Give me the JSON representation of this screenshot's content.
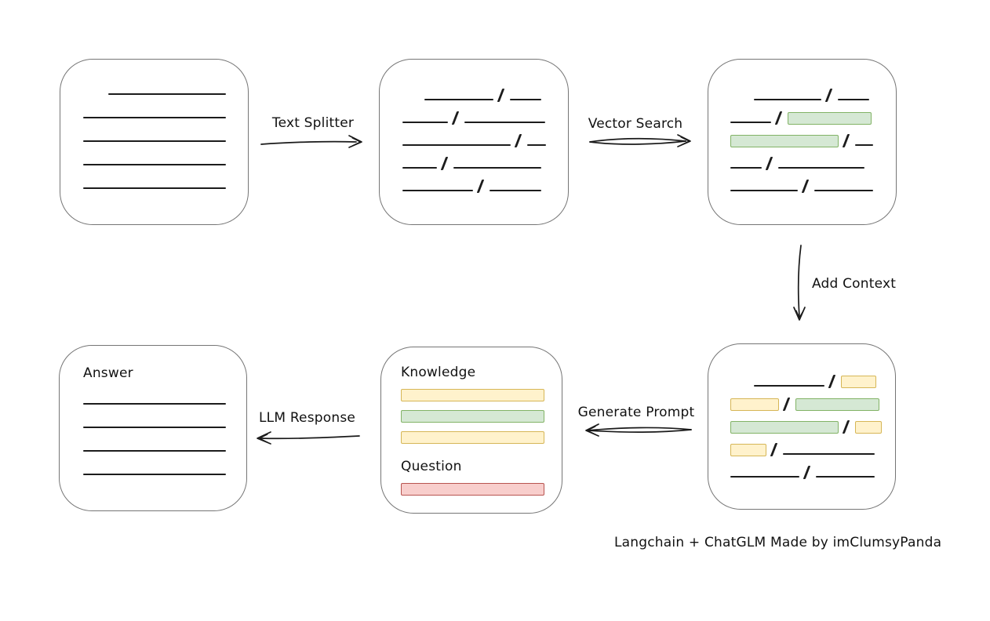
{
  "page": {
    "caption": "Langchain + ChatGLM Made by imClumsyPanda"
  },
  "palette": {
    "green_fill": "#d5e8d4",
    "green_border": "#82b366",
    "yellow_fill": "#fff2cc",
    "yellow_border": "#d6b656",
    "red_fill": "#f8cecc",
    "red_border": "#b85450",
    "stroke": "#1a1a1a",
    "box_border": "#757575"
  },
  "arrows": {
    "text_splitter": {
      "label": "Text Splitter",
      "direction": "right"
    },
    "vector_search": {
      "label": "Vector Search",
      "direction": "right"
    },
    "add_context": {
      "label": "Add Context",
      "direction": "down"
    },
    "generate_prompt": {
      "label": "Generate Prompt",
      "direction": "left"
    },
    "llm_response": {
      "label": "LLM Response",
      "direction": "left"
    }
  },
  "boxes": {
    "document": {
      "rows": [
        {
          "ind": 32,
          "segs": [
            {
              "t": "line",
              "w": 150
            }
          ]
        },
        {
          "segs": [
            {
              "t": "line",
              "w": 182
            }
          ]
        },
        {
          "segs": [
            {
              "t": "line",
              "w": 182
            }
          ]
        },
        {
          "segs": [
            {
              "t": "line",
              "w": 182
            }
          ]
        },
        {
          "segs": [
            {
              "t": "line",
              "w": 182
            }
          ]
        }
      ]
    },
    "split_chunks": {
      "rows": [
        {
          "ind": 28,
          "segs": [
            {
              "t": "line",
              "w": 88
            },
            {
              "t": "slash"
            },
            {
              "t": "line",
              "w": 40
            }
          ]
        },
        {
          "segs": [
            {
              "t": "line",
              "w": 58
            },
            {
              "t": "slash"
            },
            {
              "t": "line",
              "w": 103
            }
          ]
        },
        {
          "segs": [
            {
              "t": "line",
              "w": 138
            },
            {
              "t": "slash"
            },
            {
              "t": "line",
              "w": 24
            }
          ]
        },
        {
          "segs": [
            {
              "t": "line",
              "w": 44
            },
            {
              "t": "slash"
            },
            {
              "t": "line",
              "w": 112
            }
          ]
        },
        {
          "segs": [
            {
              "t": "line",
              "w": 90
            },
            {
              "t": "slash"
            },
            {
              "t": "line",
              "w": 66
            }
          ]
        }
      ]
    },
    "matched_chunks": {
      "rows": [
        {
          "ind": 30,
          "segs": [
            {
              "t": "line",
              "w": 86
            },
            {
              "t": "slash"
            },
            {
              "t": "line",
              "w": 40
            }
          ]
        },
        {
          "segs": [
            {
              "t": "line",
              "w": 52
            },
            {
              "t": "slash"
            },
            {
              "t": "bar",
              "c": "green",
              "w": 107
            }
          ]
        },
        {
          "segs": [
            {
              "t": "bar",
              "c": "green",
              "w": 138
            },
            {
              "t": "slash"
            },
            {
              "t": "line",
              "w": 23
            }
          ]
        },
        {
          "segs": [
            {
              "t": "line",
              "w": 40
            },
            {
              "t": "slash"
            },
            {
              "t": "line",
              "w": 110
            }
          ]
        },
        {
          "segs": [
            {
              "t": "line",
              "w": 86
            },
            {
              "t": "slash"
            },
            {
              "t": "line",
              "w": 75
            }
          ]
        }
      ]
    },
    "context_chunks": {
      "rows": [
        {
          "ind": 30,
          "segs": [
            {
              "t": "line",
              "w": 90
            },
            {
              "t": "slash"
            },
            {
              "t": "bar",
              "c": "yellow",
              "w": 45
            }
          ]
        },
        {
          "segs": [
            {
              "t": "bar",
              "c": "yellow",
              "w": 62
            },
            {
              "t": "slash"
            },
            {
              "t": "bar",
              "c": "green",
              "w": 107
            }
          ]
        },
        {
          "segs": [
            {
              "t": "bar",
              "c": "green",
              "w": 138
            },
            {
              "t": "slash"
            },
            {
              "t": "bar",
              "c": "yellow",
              "w": 34
            }
          ]
        },
        {
          "segs": [
            {
              "t": "bar",
              "c": "yellow",
              "w": 46
            },
            {
              "t": "slash"
            },
            {
              "t": "line",
              "w": 117
            }
          ]
        },
        {
          "segs": [
            {
              "t": "line",
              "w": 88
            },
            {
              "t": "slash"
            },
            {
              "t": "line",
              "w": 75
            }
          ]
        }
      ]
    },
    "prompt": {
      "rows": [
        {
          "segs": [
            {
              "t": "label",
              "text": "Knowledge"
            }
          ]
        },
        {
          "segs": [
            {
              "t": "bar",
              "c": "yellow",
              "w": 183
            }
          ]
        },
        {
          "segs": [
            {
              "t": "bar",
              "c": "green",
              "w": 183
            }
          ]
        },
        {
          "segs": [
            {
              "t": "bar",
              "c": "yellow",
              "w": 183
            }
          ]
        },
        {
          "segs": [
            {
              "t": "label",
              "text": "Question"
            }
          ]
        },
        {
          "segs": [
            {
              "t": "bar",
              "c": "red",
              "w": 183
            }
          ]
        }
      ]
    },
    "answer": {
      "rows": [
        {
          "segs": [
            {
              "t": "label",
              "text": "Answer"
            }
          ]
        },
        {
          "segs": [
            {
              "t": "line",
              "w": 182
            }
          ]
        },
        {
          "segs": [
            {
              "t": "line",
              "w": 182
            }
          ]
        },
        {
          "segs": [
            {
              "t": "line",
              "w": 182
            }
          ]
        },
        {
          "segs": [
            {
              "t": "line",
              "w": 182
            }
          ]
        }
      ]
    }
  }
}
